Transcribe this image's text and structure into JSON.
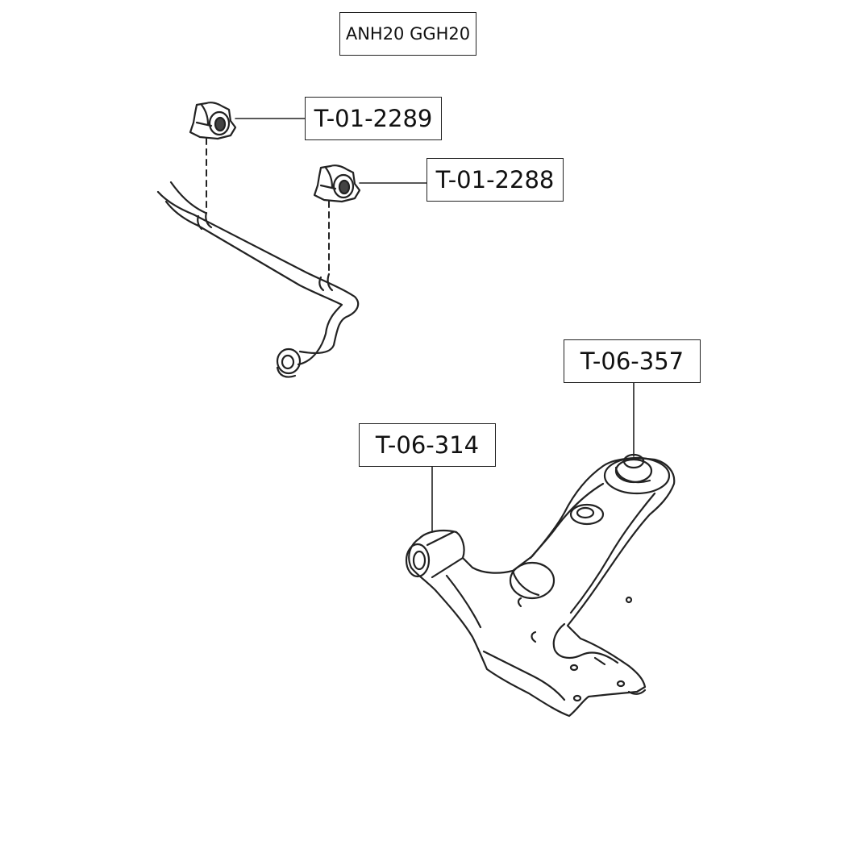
{
  "title": "ANH20 GGH20",
  "parts": {
    "bushing_upper": {
      "label": "T-01-2289"
    },
    "bushing_lower": {
      "label": "T-01-2288"
    },
    "rear_bushing": {
      "label": "T-06-357"
    },
    "front_bushing": {
      "label": "T-06-314"
    }
  },
  "colors": {
    "line": "#222222",
    "background": "#ffffff"
  }
}
